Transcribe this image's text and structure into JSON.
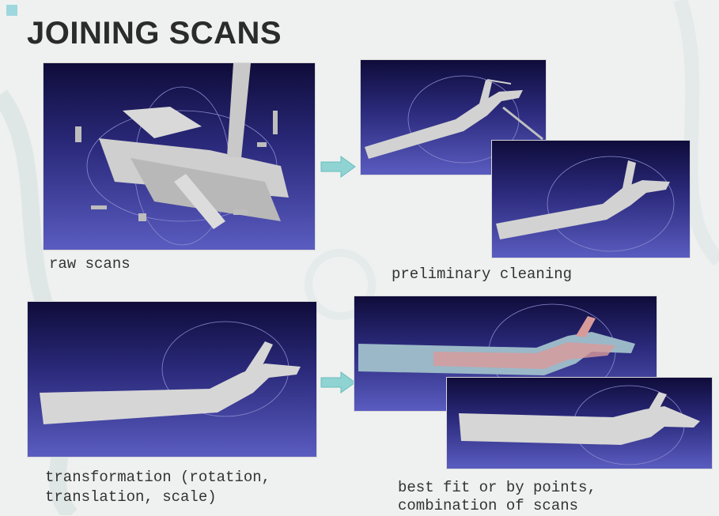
{
  "slide": {
    "title": "JOINING SCANS",
    "captions": {
      "raw": "raw scans",
      "cleaning": "preliminary cleaning",
      "transformation_line1": "transformation (rotation,",
      "transformation_line2": "translation, scale)",
      "bestfit_line1": "best fit or by points,",
      "bestfit_line2": "combination of scans"
    }
  },
  "colors": {
    "accent_arrow": "#8fd3d3",
    "viewport_top": "#0f0c3a",
    "viewport_bottom": "#5a5cc0",
    "mesh": "#d6d6d6"
  }
}
